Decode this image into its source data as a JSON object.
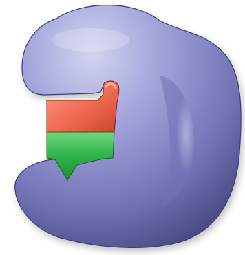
{
  "diagram": {
    "style": "3d-shaded illustration",
    "background_color": "#ffffff",
    "parts": [
      {
        "key": "enzyme",
        "shape": "blob with open pocket",
        "fill_color": "#7272b6",
        "highlight_color": "#d2d4ef",
        "shadow_color": "#46467e",
        "outline_color": "#3e3e72"
      },
      {
        "key": "upper_piece",
        "shape": "block with knob",
        "fill_color": "#ef6a50",
        "highlight_color": "#ff9a82",
        "shadow_color": "#c7452c",
        "outline_color": "#7a2a1a"
      },
      {
        "key": "lower_piece",
        "shape": "block with downward point",
        "fill_color": "#2fb24a",
        "highlight_color": "#6fd87c",
        "shadow_color": "#1c8d33",
        "outline_color": "#1b5e2b"
      }
    ]
  }
}
